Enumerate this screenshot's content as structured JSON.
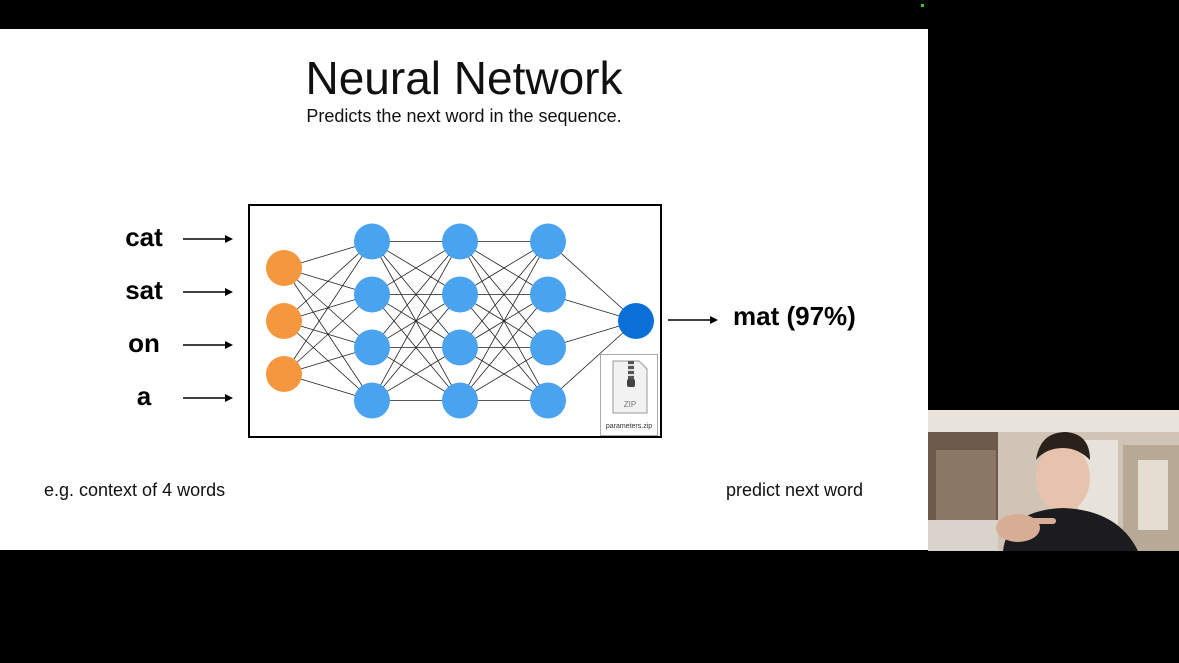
{
  "slide": {
    "title": "Neural Network",
    "subtitle": "Predicts the next word in the sequence.",
    "inputs": [
      "cat",
      "sat",
      "on",
      "a"
    ],
    "output": "mat (97%)",
    "left_note": "e.g. context of 4 words",
    "right_note": "predict next word"
  },
  "network": {
    "layers": [
      3,
      4,
      4,
      4,
      1
    ],
    "colors": {
      "input": "#f5973f",
      "hidden": "#4aa3ee",
      "output": "#0a6fd6",
      "edge": "#222222"
    }
  },
  "parameters_file": {
    "icon": "zip-file-icon",
    "badge": "ZIP",
    "name": "parameters.zip"
  },
  "webcam": {
    "icon": "presenter-video"
  }
}
